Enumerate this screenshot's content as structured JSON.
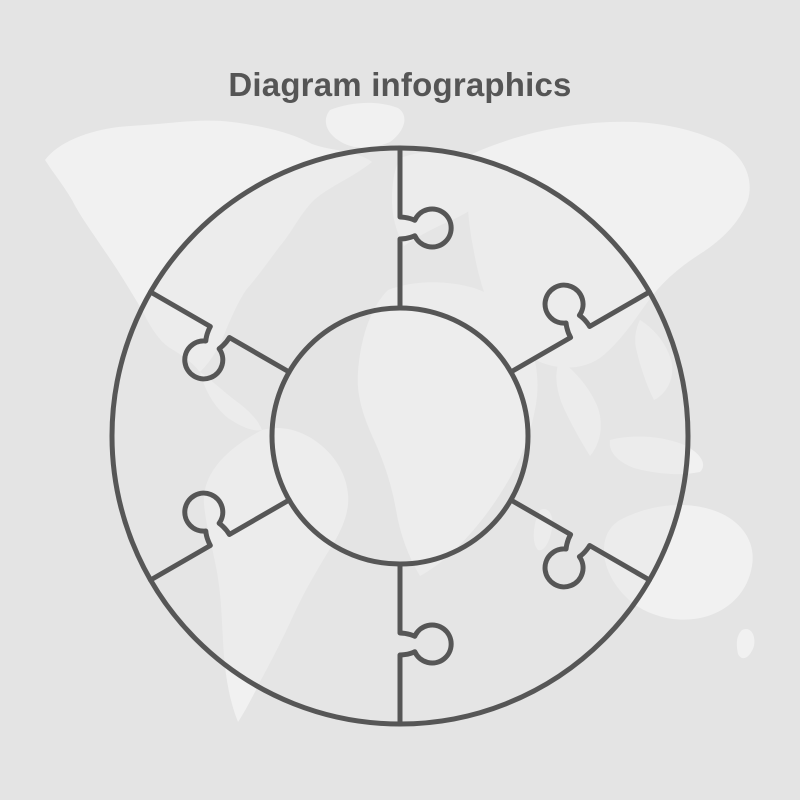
{
  "title": "Diagram infographics",
  "colors": {
    "background": "#e4e4e4",
    "map": "#f1f1f1",
    "segment_fill": "#e6e6e6",
    "outline": "#565656",
    "title": "#555555"
  },
  "diagram": {
    "type": "puzzle-ring",
    "segment_count": 6,
    "center_label": "",
    "segments": [
      {
        "label": ""
      },
      {
        "label": ""
      },
      {
        "label": ""
      },
      {
        "label": ""
      },
      {
        "label": ""
      },
      {
        "label": ""
      }
    ]
  },
  "background_icon": "world-map-icon"
}
